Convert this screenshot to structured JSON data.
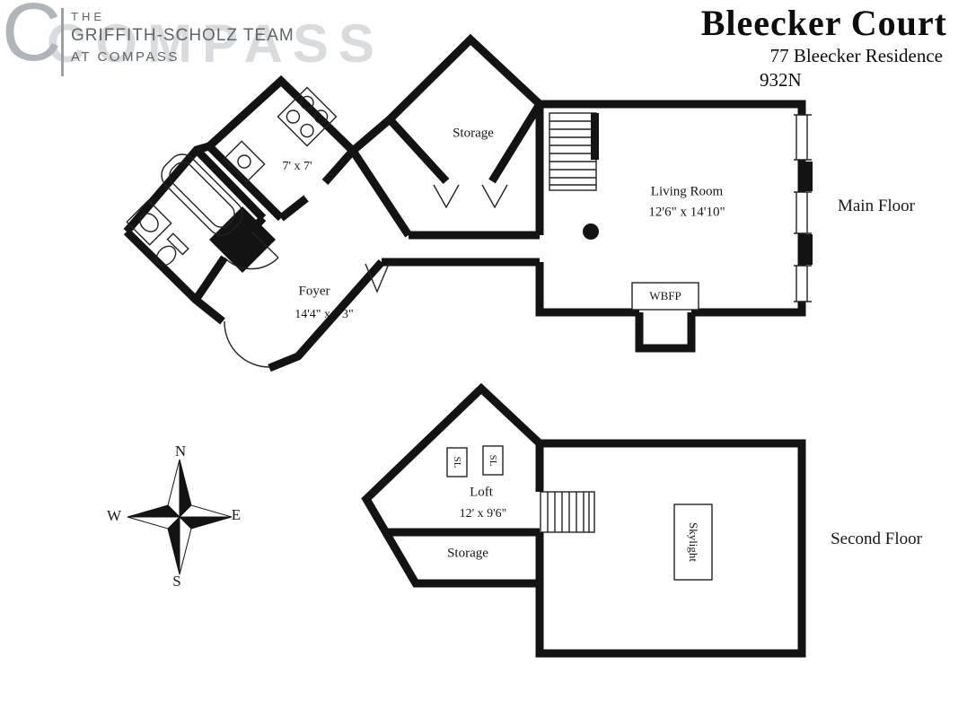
{
  "header": {
    "title": "Bleecker Court",
    "subtitle": "77 Bleecker Residence",
    "unit": "932N"
  },
  "branding": {
    "mark": "C",
    "line1": "THE",
    "line2": "GRIFFITH-SCHOLZ TEAM",
    "line3": "AT COMPASS",
    "watermark": "COMPASS"
  },
  "floors": {
    "main": {
      "label": "Main Floor",
      "storage": "Storage",
      "living_room": {
        "name": "Living Room",
        "dims": "12'6\" x 14'10\""
      },
      "kitchen_dims": "7' x 7'",
      "foyer": {
        "name": "Foyer",
        "dims": "14'4\" x 7'3\""
      },
      "wbfp": "WBFP"
    },
    "second": {
      "label": "Second Floor",
      "loft": {
        "name": "Loft",
        "dims": "12' x 9'6\""
      },
      "storage": "Storage",
      "skylight": "Skylight",
      "sl": "SL"
    }
  },
  "compass": {
    "n": "N",
    "s": "S",
    "e": "E",
    "w": "W"
  },
  "colors": {
    "wall": "#131313",
    "watermark": "#c3c7cc"
  }
}
